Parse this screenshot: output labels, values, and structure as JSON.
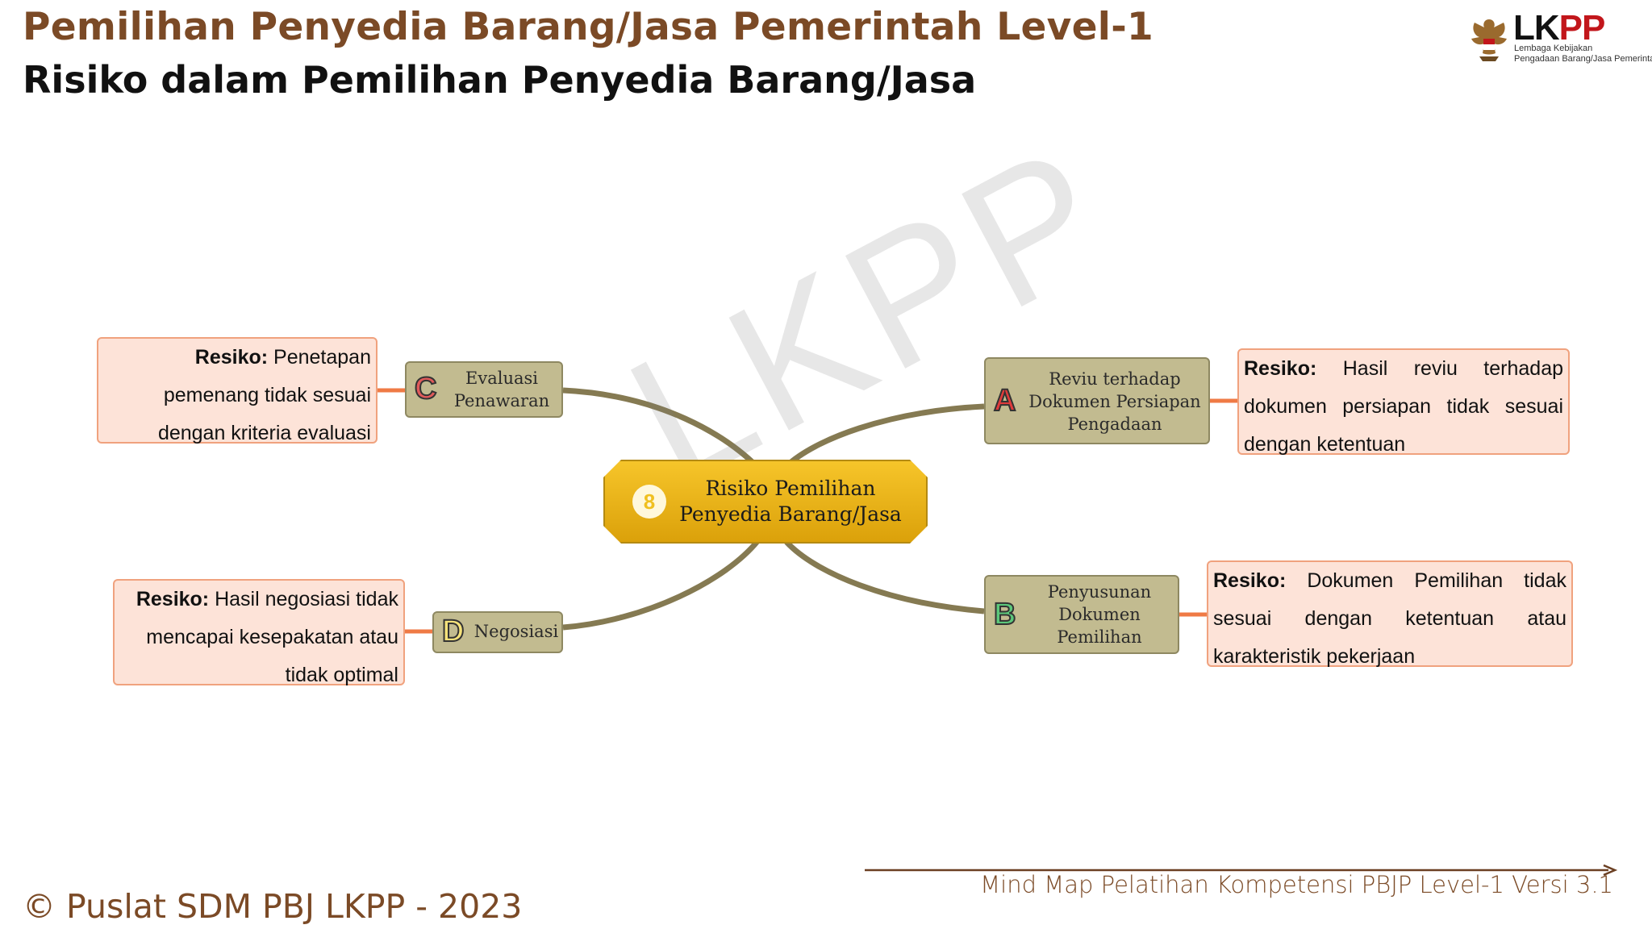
{
  "header": {
    "title": "Pemilihan Penyedia Barang/Jasa Pemerintah Level-1",
    "subtitle": "Risiko dalam Pemilihan Penyedia Barang/Jasa"
  },
  "logo": {
    "icon": "garuda-emblem-icon",
    "text_part1": "LK",
    "text_part2": "PP",
    "sub1": "Lembaga Kebijakan",
    "sub2": "Pengadaan Barang/Jasa Pemerintah"
  },
  "watermark": "LKPP",
  "mindmap": {
    "center": {
      "badge": "8",
      "line1": "Risiko Pemilihan",
      "line2": "Penyedia Barang/Jasa"
    },
    "branches": {
      "a": {
        "letter": "A",
        "letter_color": "#e03b3b",
        "line1": "Reviu terhadap",
        "line2": "Dokumen Persiapan",
        "line3": "Pengadaan",
        "risk_label": "Resiko:",
        "risk_text": "Hasil reviu terhadap dokumen persiapan tidak sesuai dengan ketentuan"
      },
      "b": {
        "letter": "B",
        "letter_color": "#5cc77a",
        "line1": "Penyusunan",
        "line2": "Dokumen",
        "line3": "Pemilihan",
        "risk_label": "Resiko:",
        "risk_text": "Dokumen Pemilihan tidak sesuai dengan ketentuan atau karakteristik pekerjaan"
      },
      "c": {
        "letter": "C",
        "letter_color": "#e05a5a",
        "line1": "Evaluasi",
        "line2": "Penawaran",
        "risk_label": "Resiko:",
        "risk_text": "Penetapan pemenang tidak sesuai dengan kriteria evaluasi"
      },
      "d": {
        "letter": "D",
        "letter_color": "#f5e27a",
        "line1": "Negosiasi",
        "risk_label": "Resiko:",
        "risk_text": "Hasil negosiasi tidak mencapai kesepakatan atau tidak optimal"
      }
    }
  },
  "colors": {
    "brand_brown": "#7b4a26",
    "connector": "#857a52",
    "risk_connector": "#ef7a45",
    "branch_fill": "#c2bb90",
    "risk_fill": "#fde3d8",
    "center_fill": "#f2b91b"
  },
  "footer": {
    "copyright": "© Puslat SDM PBJ LKPP - 2023",
    "caption": "Mind Map Pelatihan Kompetensi PBJP Level-1 Versi 3.1"
  }
}
